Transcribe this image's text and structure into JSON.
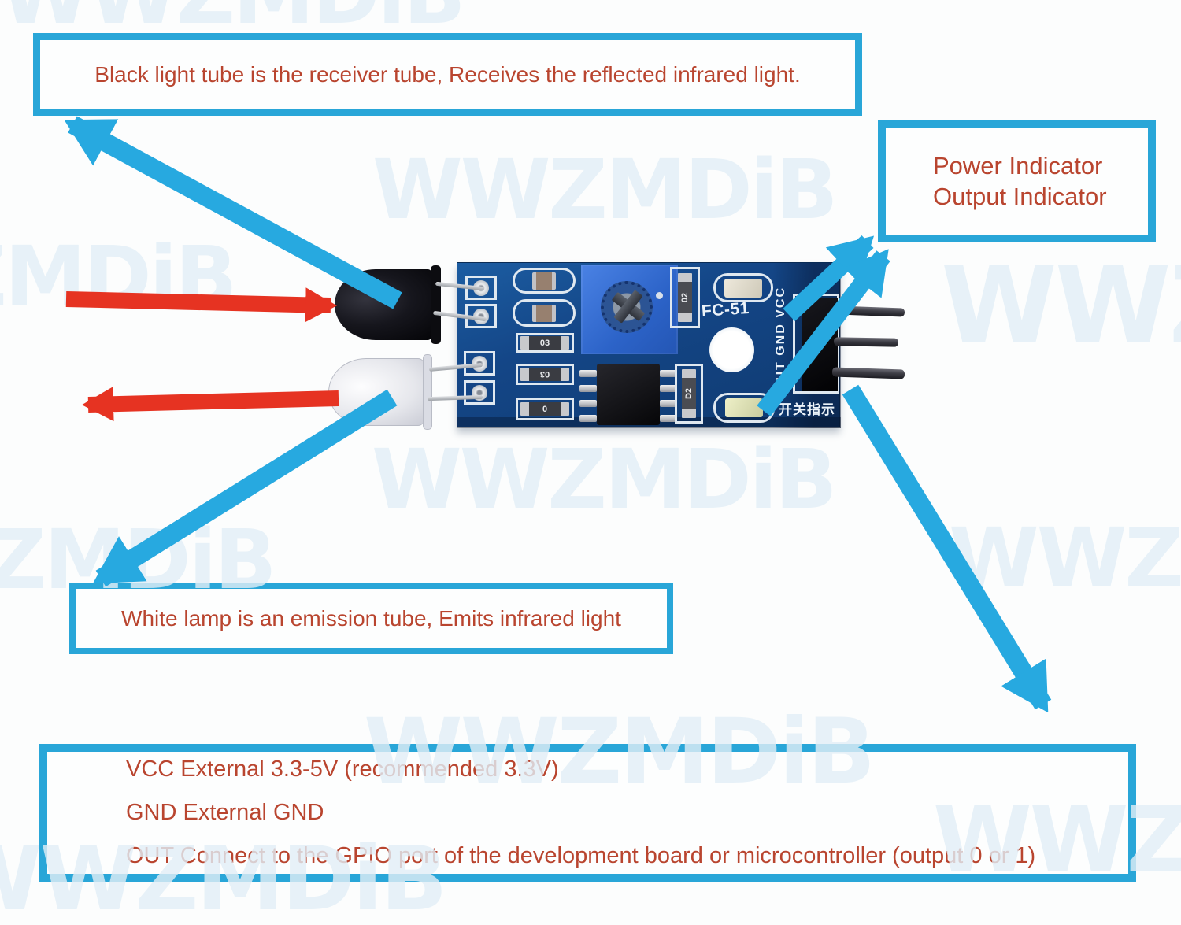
{
  "watermark": {
    "text": "WWZMDiB"
  },
  "callouts": {
    "receiver": {
      "text": "Black light tube is the receiver tube, Receives the reflected infrared light."
    },
    "indicators": {
      "line1": "Power Indicator",
      "line2": "Output Indicator"
    },
    "emitter": {
      "text": "White lamp is an emission tube, Emits infrared light"
    },
    "pins": {
      "lines": [
        "VCC External 3.3-5V (recommended 3.3V)",
        "GND External GND",
        "OUT Connect to the GPIO port of the development board or microcontroller (output 0 or 1)"
      ]
    }
  },
  "board": {
    "model": "FC-51",
    "pin_silkscreen": "OUT GND VCC",
    "switch_indicator_silkscreen": "开关指示",
    "indicator_silkscreen_partial": "示",
    "smd_labels": [
      "03",
      "03",
      "0",
      "02",
      "D2"
    ]
  },
  "colors": {
    "callout_border": "#29a6d8",
    "callout_text": "#b9452f",
    "arrow_blue": "#27a9e0",
    "arrow_red": "#e63322",
    "pcb_blue": "#144687",
    "potentiometer_blue": "#2c63c8",
    "watermark": "#e2eff7"
  }
}
